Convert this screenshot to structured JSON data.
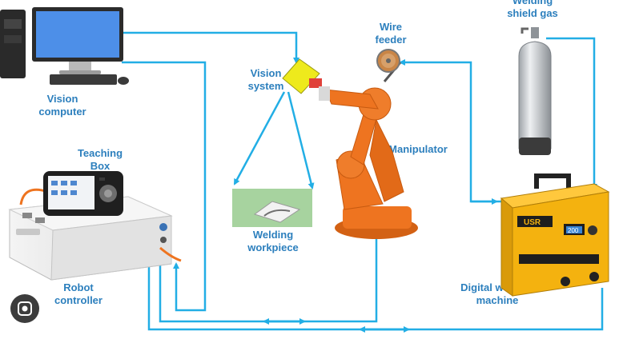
{
  "labels": {
    "shield_gas": [
      "Welding",
      "shield gas"
    ],
    "wire_feeder": [
      "Wire",
      "feeder"
    ],
    "vision_system": [
      "Vision",
      "system"
    ],
    "vision_computer": [
      "Vision",
      "computer"
    ],
    "teaching_box": [
      "Teaching",
      "Box"
    ],
    "manipulator": "Manipulator",
    "welding_workpiece": [
      "Welding",
      "workpiece"
    ],
    "robot_controller": [
      "Robot",
      "controller"
    ],
    "digital_welding_machine": [
      "Digital welding",
      "machine"
    ]
  },
  "welder_panel": {
    "brand": "USR",
    "display": "200"
  },
  "colors": {
    "wire": "#22aee5",
    "label": "#2c7fbd",
    "robot_orange": "#ee7420",
    "welder_yellow": "#f4b20f",
    "vision_yellow": "#eeea1c",
    "workpiece_green": "#a7d39f"
  },
  "icons": {
    "lens": "lens-icon"
  }
}
